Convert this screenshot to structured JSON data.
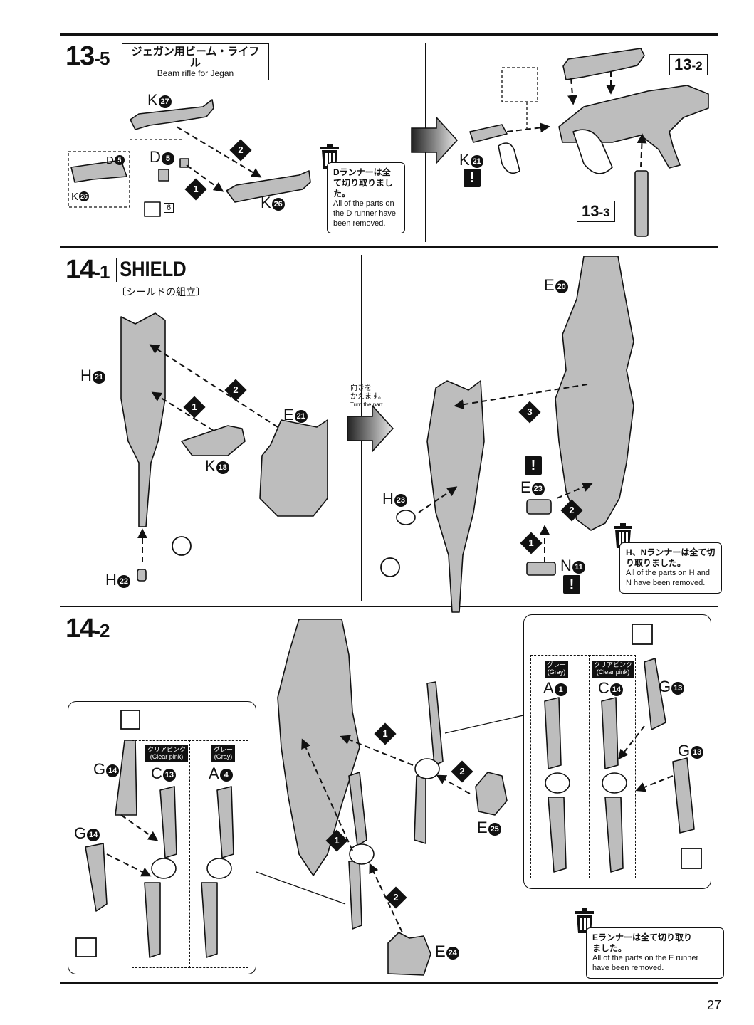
{
  "page_number": "27",
  "step13_5": {
    "num_main": "13",
    "num_sub": "-5",
    "title_jp": "ジェガン用ビーム・ライフル",
    "title_en": "Beam rifle for Jegan",
    "parts": {
      "k27": "K",
      "k27_n": "27",
      "d5_inset": "D",
      "d5_inset_n": "5",
      "k26_inset": "K",
      "k26_inset_n": "26",
      "d5": "D",
      "d5_n": "5",
      "k26": "K",
      "k26_n": "26",
      "k21": "K",
      "k21_n": "21"
    },
    "steps": [
      "1",
      "2"
    ],
    "tool_ref": "6",
    "note_jp": "Dランナーは全て切り取りました。",
    "note_en": "All of the parts on the D runner have been removed.",
    "ref_13_2_main": "13",
    "ref_13_2_sub": "-2",
    "ref_13_3_main": "13",
    "ref_13_3_sub": "-3",
    "warning": "!"
  },
  "step14_1": {
    "num_main": "14",
    "num_sub": "-1",
    "title": "SHIELD",
    "subtitle_jp": "〔シールドの組立〕",
    "parts": {
      "h21": "H",
      "h21_n": "21",
      "k18": "K",
      "k18_n": "18",
      "e21": "E",
      "e21_n": "21",
      "h22": "H",
      "h22_n": "22",
      "e20": "E",
      "e20_n": "20",
      "h23": "H",
      "h23_n": "23",
      "e23": "E",
      "e23_n": "23",
      "n11": "N",
      "n11_n": "11"
    },
    "steps": [
      "1",
      "2",
      "3"
    ],
    "turn_jp_1": "向きを",
    "turn_jp_2": "かえます。",
    "turn_en": "Turn the part.",
    "note_jp": "H、Nランナーは全て切り取りました。",
    "note_en": "All of the parts on H and N have been removed.",
    "warning": "!"
  },
  "step14_2": {
    "num_main": "14",
    "num_sub": "-2",
    "left_callout": {
      "col1_tag": "クリアピンク (Clear pink)",
      "col1_tag_jp": "クリアピンク",
      "col1_tag_en": "(Clear pink)",
      "col1_part": "C",
      "col1_part_n": "13",
      "col2_tag_jp": "グレー",
      "col2_tag_en": "(Gray)",
      "col2_part": "A",
      "col2_part_n": "4",
      "g14_a": "G",
      "g14_a_n": "14",
      "g14_b": "G",
      "g14_b_n": "14"
    },
    "right_callout": {
      "col1_tag_jp": "グレー",
      "col1_tag_en": "(Gray)",
      "col1_part": "A",
      "col1_part_n": "1",
      "col2_tag_jp": "クリアピンク",
      "col2_tag_en": "(Clear pink)",
      "col2_part": "C",
      "col2_part_n": "14",
      "g13_a": "G",
      "g13_a_n": "13",
      "g13_b": "G",
      "g13_b_n": "13"
    },
    "parts": {
      "e25": "E",
      "e25_n": "25",
      "e24": "E",
      "e24_n": "24"
    },
    "steps": [
      "1",
      "2"
    ],
    "note_jp_1": "Eランナーは全て切り取り",
    "note_jp_2": "ました。",
    "note_en": "All of the parts on the E runner have been removed."
  }
}
